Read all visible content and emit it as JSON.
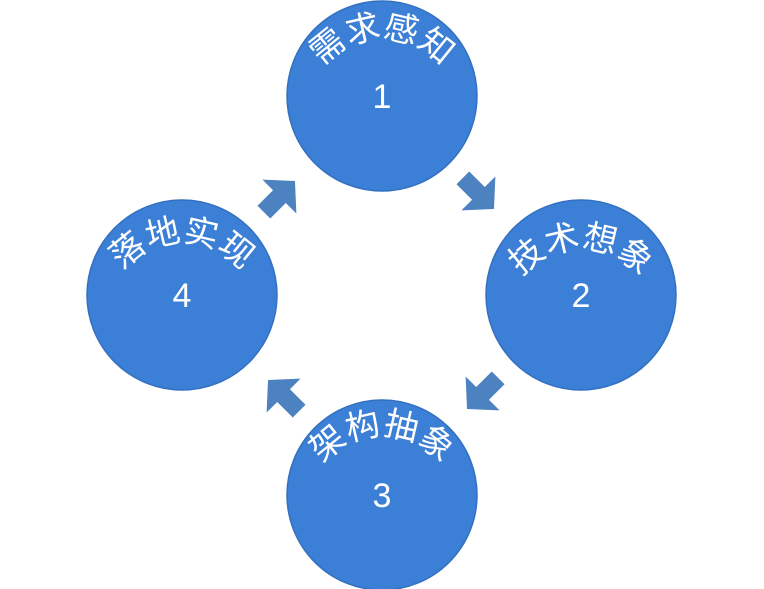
{
  "diagram": {
    "nodes": [
      {
        "title": "需求感知",
        "number": "1"
      },
      {
        "title": "技术想象",
        "number": "2"
      },
      {
        "title": "架构抽象",
        "number": "3"
      },
      {
        "title": "落地实现",
        "number": "4"
      }
    ]
  },
  "colors": {
    "circle_fill": "#3b7fd6",
    "circle_stroke": "#3470c0",
    "arrow_fill": "#4c82c0",
    "text": "#ffffff",
    "background": "#ffffff"
  }
}
